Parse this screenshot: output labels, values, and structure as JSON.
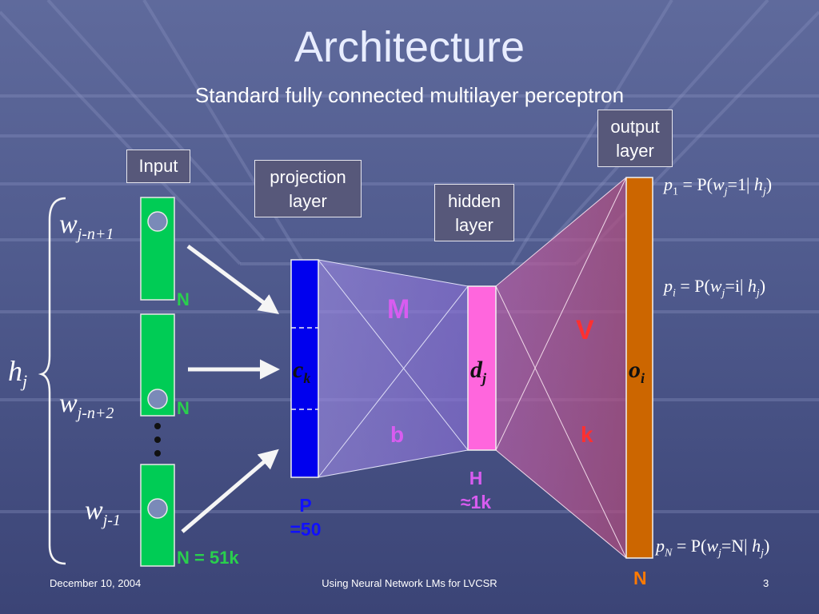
{
  "slide": {
    "title": "Architecture",
    "subtitle": "Standard fully connected multilayer perceptron"
  },
  "boxes": {
    "input": "Input",
    "projection": "projection layer",
    "hidden": "hidden layer",
    "output": "output layer"
  },
  "inputs": {
    "w1_base": "w",
    "w1_sub": "j-n+1",
    "w2_base": "w",
    "w2_sub": "j-n+2",
    "w3_base": "w",
    "w3_sub": "j-1",
    "h_base": "h",
    "h_sub": "j",
    "n1": "N",
    "n2": "N",
    "n3": "N = 51k"
  },
  "layers": {
    "ck_base": "c",
    "ck_sub": "k",
    "dj_base": "d",
    "dj_sub": "j",
    "oi_base": "o",
    "oi_sub": "i",
    "M": "M",
    "b": "b",
    "V": "V",
    "k": "k",
    "P_line1": "P",
    "P_line2": "=50",
    "H_line1": "H",
    "H_line2": "≈1k",
    "N_out": "N"
  },
  "formulas": {
    "f1": {
      "p": "p",
      "sub": "1",
      "eq": " = P(",
      "w": "w",
      "wsub": "j",
      "rest": "=1| ",
      "h": "h",
      "hsub": "j",
      "close": ")"
    },
    "fi": {
      "p": "p",
      "sub": "i",
      "eq": " = P(",
      "w": "w",
      "wsub": "j",
      "rest": "=i| ",
      "h": "h",
      "hsub": "j",
      "close": ")"
    },
    "fN": {
      "p": "p",
      "sub": "N",
      "eq": " = P(",
      "w": "w",
      "wsub": "j",
      "rest": "=N| ",
      "h": "h",
      "hsub": "j",
      "close": ")"
    }
  },
  "footer": {
    "date": "December 10, 2004",
    "center": "Using Neural Network LMs for LVCSR",
    "page": "3"
  },
  "colors": {
    "input_green": "#00cc55",
    "projection_blue": "#0000ee",
    "hidden_pink": "#ff66dd",
    "output_orange": "#cc6600"
  }
}
